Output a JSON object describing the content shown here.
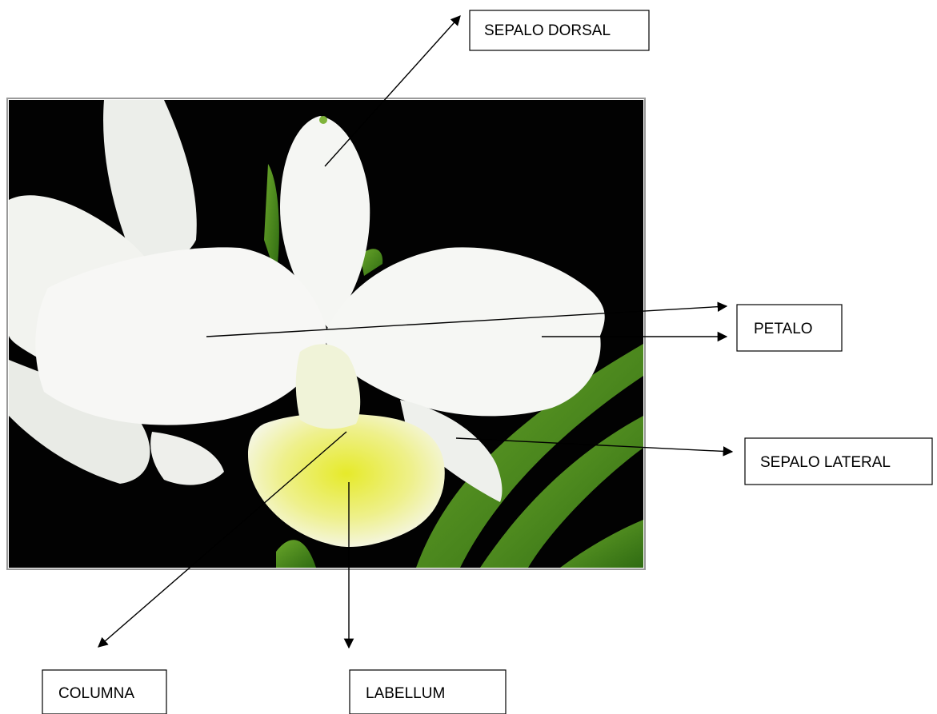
{
  "labels": {
    "sepalo_dorsal": "SEPALO DORSAL",
    "petalo": "PETALO",
    "sepalo_lateral": "SEPALO LATERAL",
    "columna": "COLUMNA",
    "labellum": "LABELLUM"
  },
  "colors": {
    "background": "#000000",
    "petal": "#f4f5f2",
    "lip_yellow": "#d9e021",
    "leaf_green": "#4f8f1f",
    "lines": "#000000"
  }
}
